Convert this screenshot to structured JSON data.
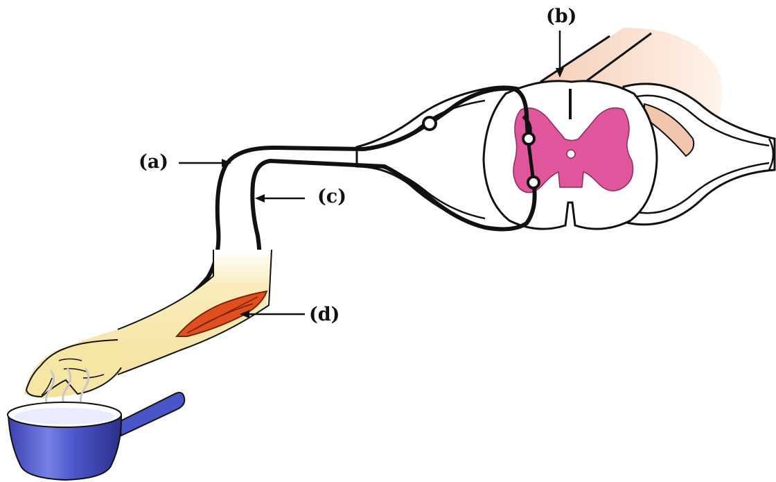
{
  "labels": {
    "a": "(a)",
    "b": "(b)",
    "c": "(c)",
    "d": "(d)"
  },
  "colors": {
    "grey_matter": "#e0569c",
    "nerve_roots": "#f2c6ae",
    "skin": "#f6e6a4",
    "muscle": "#e0501e",
    "pot": "#4a55c8",
    "outline": "#111111"
  },
  "icons": [
    "spinal-cord-cross-section",
    "arm-and-hand",
    "hot-pot",
    "steam"
  ]
}
